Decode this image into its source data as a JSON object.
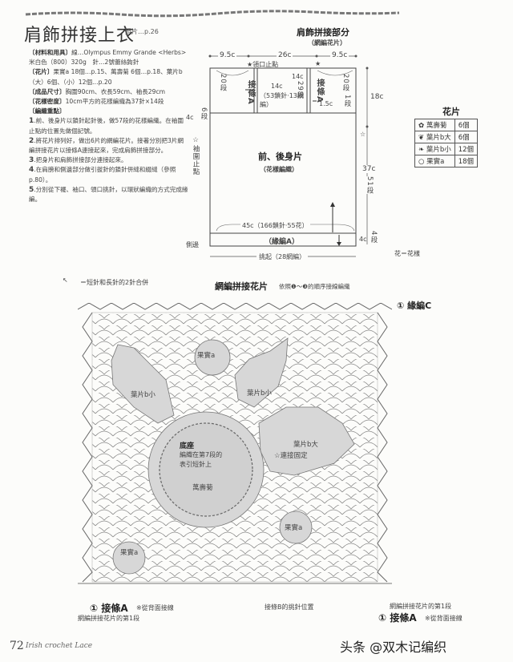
{
  "header": {
    "title": "肩飾拼接上衣",
    "photo_ref": "照片…p.26"
  },
  "specs": {
    "materials_label": "〔材料和用具〕",
    "materials_text": "線…Olympus Emmy Grande <Herbs>米白色（800）320g　針…2號蕾絲鉤針",
    "motifs_label": "〔花片〕",
    "motifs_text": "果實a 18個…p.15、萬壽菊 6個…p.18、葉片b（大）6個、（小）12個…p.20",
    "size_label": "〔成品尺寸〕",
    "size_text": "胸圍90cm、衣長59cm、袖長29cm",
    "gauge_label": "〔花樣密度〕",
    "gauge_text": "10cm平方的花樣編織為37針×14段",
    "points_label": "〔編織重點〕",
    "steps": [
      {
        "num": "1",
        "text": ".前、後身片以鎖針起針後，做57段的花樣編織。在袖圍止點的位置先做個記號。"
      },
      {
        "num": "2",
        "text": ".將花片排列好，做出6片的網編花片。接著分別把3片網編拼接花片以接條A連接起來，完成肩飾拼接部分。"
      },
      {
        "num": "3",
        "text": ".把身片和肩飾拼接部分連接起來。"
      },
      {
        "num": "4",
        "text": ".在肩膀和側邊部分做引拔針的鎖針併縫和綴縫（參照p.80）。"
      },
      {
        "num": "5",
        "text": ".分別從下襬、袖口、領口挑針，以環狀編織的方式完成緣編。"
      }
    ]
  },
  "schematic": {
    "shoulder_title": "肩飾拼接部分",
    "shoulder_subtitle": "（網編花片）",
    "width_left": "9.5c",
    "width_center": "26c",
    "width_right": "9.5c",
    "neck_point": "★領口止點",
    "star": "★",
    "rows_20_left": "20段",
    "rows_20_right": "20段",
    "strip_a_left": "接條A",
    "strip_a_right": "接條A",
    "center_14c": "14c",
    "center_stitches": "（53鎖針·13網編）",
    "side_14c": "14c",
    "rows_29": "29段",
    "dim_15c": "1.5c",
    "rows_1": "1段",
    "height_18c": "18c",
    "left_4c": "4c",
    "rows_6": "6段",
    "armhole_point": "☆袖圍止點",
    "star_outline": "☆",
    "body_title": "前、後身片",
    "body_subtitle": "（花樣編織）",
    "height_37c": "37c",
    "rows_51": "51段",
    "bottom_width": "45c（166鎖針·55花）",
    "edging_a": "（緣編A）",
    "side_seam": "側邊",
    "bottom_4c": "4c",
    "rows_4": "4段",
    "pickup": "挑起（28網編）"
  },
  "flower_table": {
    "title": "花片",
    "rows": [
      {
        "icon": "marigold-icon",
        "name": "萬壽菊",
        "count": "6個"
      },
      {
        "icon": "leaf-large-icon",
        "name": "葉片b大",
        "count": "6個"
      },
      {
        "icon": "leaf-small-icon",
        "name": "葉片b小",
        "count": "12個"
      },
      {
        "icon": "berry-icon",
        "name": "果實a",
        "count": "18個"
      }
    ],
    "note": "花＝花樣"
  },
  "mesh_chart": {
    "legend_symbol_text": "＝短針和長針的2針合併",
    "title": "網編拼接花片",
    "title_note": "依照❶～❸的順序接線編織",
    "edging_c": "① 緣編C",
    "labels": {
      "berry_top": "果實a",
      "leaf_small_left": "葉片b小",
      "leaf_small_right": "葉片b小",
      "leaf_large": "葉片b大",
      "connect_fix": "☆連接固定",
      "base": "底座",
      "base_note1": "編織在第7段的",
      "base_note2": "表引短針上",
      "marigold": "萬壽菊",
      "berry_right": "果實a",
      "berry_left": "果實a"
    },
    "bottom_left_strip": "① 接條A",
    "bottom_left_strip_note": "※從背面接線",
    "bottom_left_row1": "網編拼接花片的第1段",
    "bottom_mid": "接條B的挑針位置",
    "bottom_right_row1": "網編拼接花片的第1段",
    "bottom_right_strip": "① 接條A",
    "bottom_right_strip_note": "※從背面接線"
  },
  "footer": {
    "page_number": "72",
    "brand": "Irish crochet Lace",
    "watermark": "头条 @双木记编织"
  }
}
